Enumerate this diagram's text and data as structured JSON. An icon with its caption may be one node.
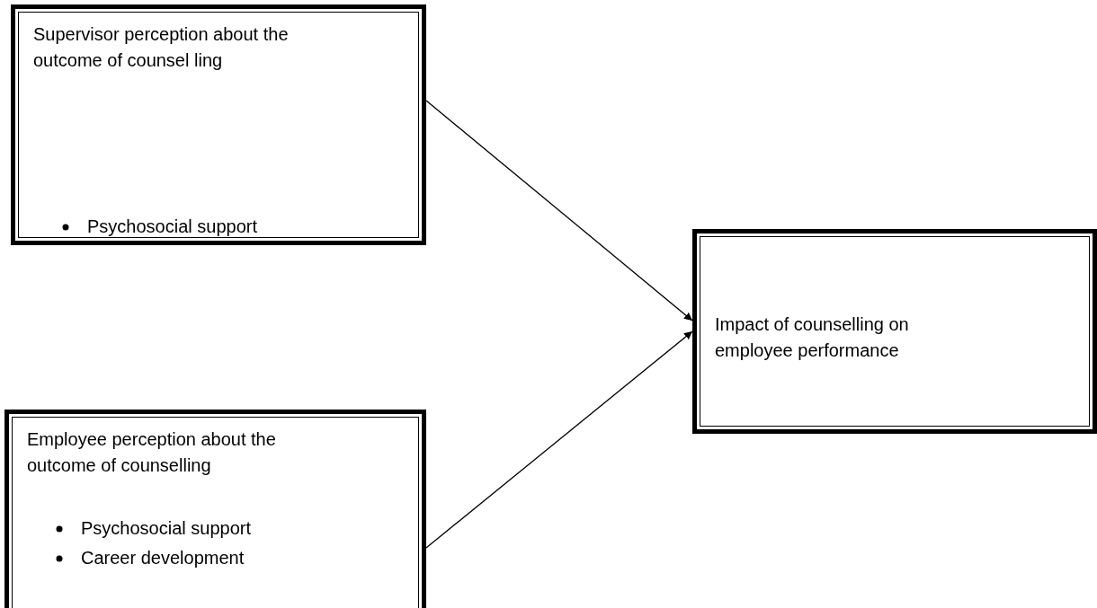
{
  "diagram": {
    "nodes": [
      {
        "text": [
          "Supervisor perception about the outcome of counsel ling",
          "Psychosocial support"
        ]
      },
      {
        "text": [
          "Impact of counselling on employee performance"
        ]
      },
      {
        "text": [
          "Employee perception about the outcome of counselling",
          "Psychosocial support",
          "Career development"
        ]
      }
    ],
    "edges": [
      {
        "from": 0,
        "to": 1,
        "arrow": "to"
      },
      {
        "from": 2,
        "to": 1,
        "arrow": "to"
      }
    ]
  }
}
